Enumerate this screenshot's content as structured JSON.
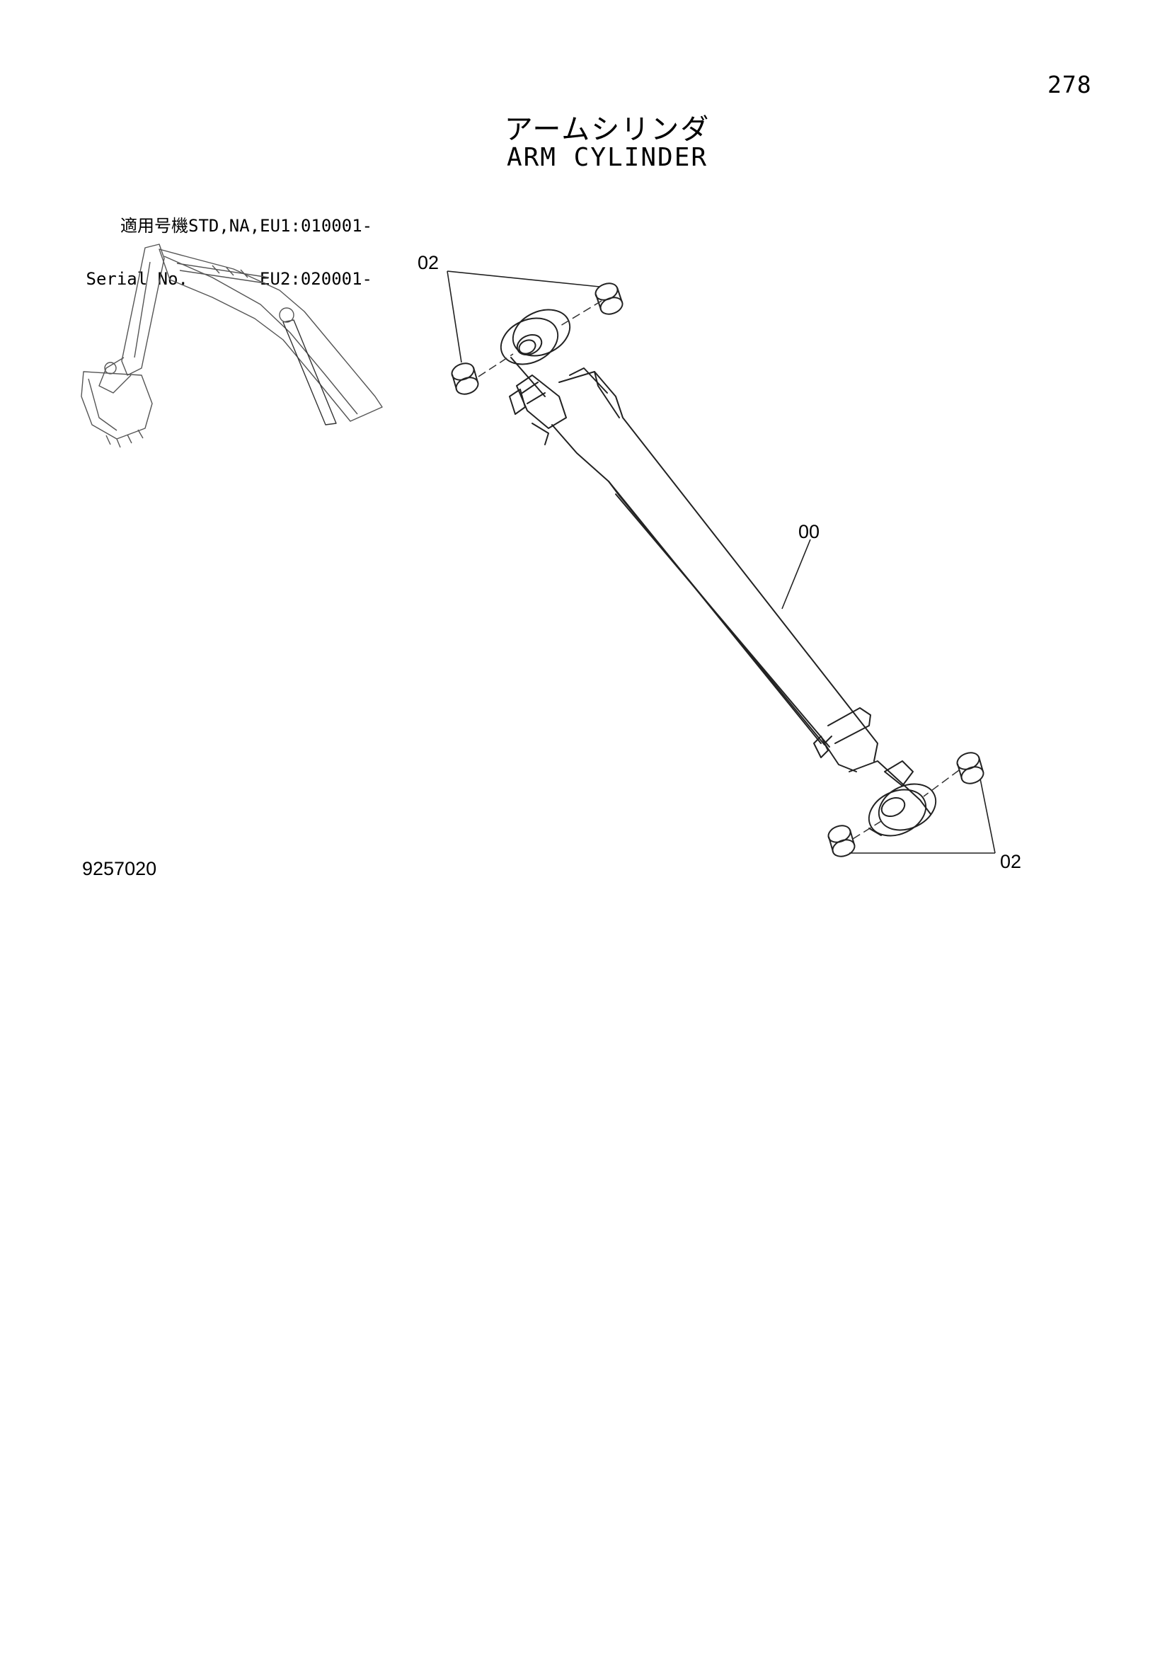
{
  "page": {
    "number": "278"
  },
  "title": {
    "jp": "アームシリンダ",
    "en": "ARM CYLINDER"
  },
  "serial": {
    "label_jp": "適用号機",
    "label_en": "Serial No.",
    "line1_value": "STD,NA,EU1:010001-",
    "line2_value": "EU2:020001-"
  },
  "callouts": {
    "bushing_top": "02",
    "cylinder": "00",
    "bushing_bottom": "02"
  },
  "drawing_id": "9257020"
}
